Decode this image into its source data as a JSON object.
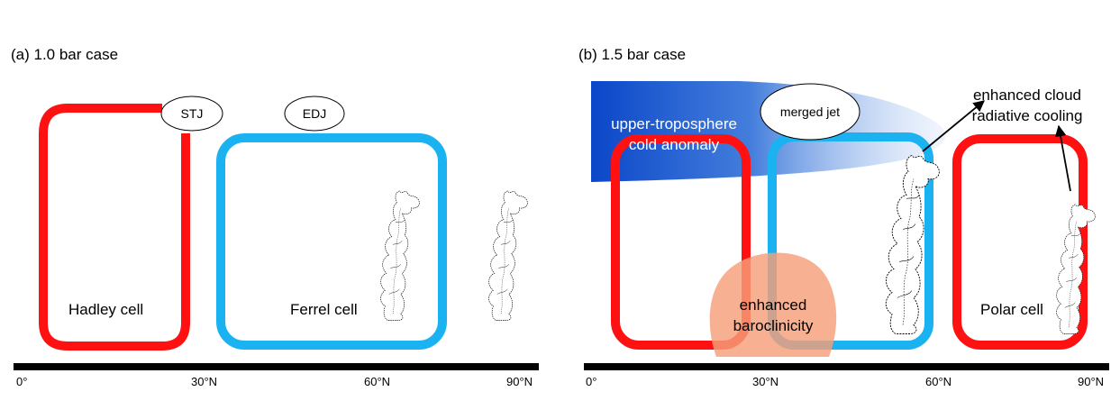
{
  "panel_a": {
    "title": "(a) 1.0 bar case",
    "hadley_label": "Hadley cell",
    "ferrel_label": "Ferrel cell",
    "stj_label": "STJ",
    "edj_label": "EDJ",
    "ticks": [
      "0°",
      "30°N",
      "60°N",
      "90°N"
    ]
  },
  "panel_b": {
    "title": "(b) 1.5 bar case",
    "cold_anomaly_line1": "upper-troposphere",
    "cold_anomaly_line2": "cold anomaly",
    "merged_jet_label": "merged jet",
    "cloud_cooling_line1": "enhanced cloud",
    "cloud_cooling_line2": "radiative cooling",
    "baroclinicity_line1": "enhanced",
    "baroclinicity_line2": "baroclinicity",
    "polar_label": "Polar cell",
    "ticks": [
      "0°",
      "30°N",
      "60°N",
      "90°N"
    ]
  },
  "colors": {
    "hadley_polar_cell": "#ff1111",
    "ferrel_cell": "#1ab2f0",
    "cold_anomaly": "#0a46c8",
    "baroclinicity": "#f5a07a",
    "ground": "#000000"
  }
}
